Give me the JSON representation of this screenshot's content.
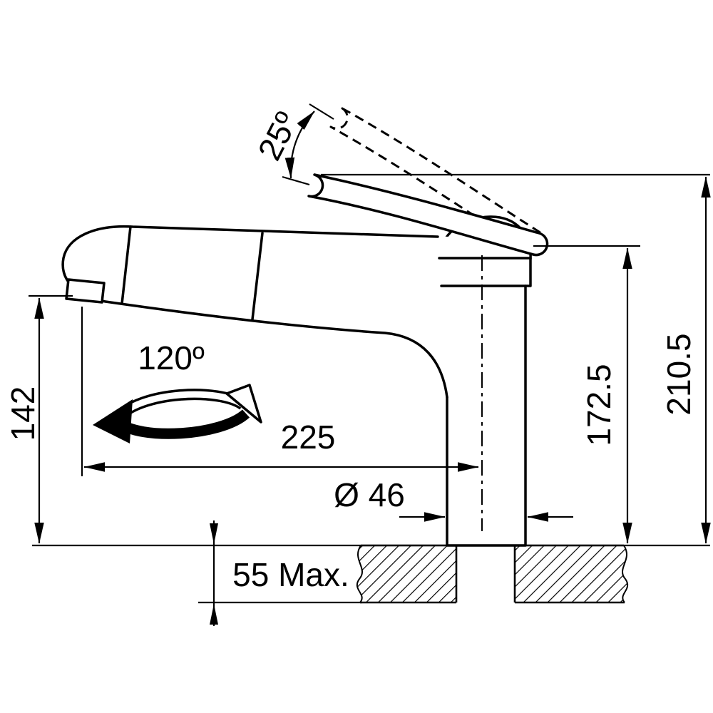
{
  "diagram": {
    "kind": "technical-dimension-drawing",
    "subject": "pull-out kitchen faucet, side elevation",
    "labels": {
      "handle_angle": "25º",
      "swivel_angle": "120º",
      "height_spout_outlet": "142",
      "spout_reach": "225",
      "base_diameter": "Ø 46",
      "height_body": "172.5",
      "height_total": "210.5",
      "deck_thickness": "55 Max."
    },
    "colors": {
      "line": "#000000",
      "background": "#ffffff"
    }
  }
}
